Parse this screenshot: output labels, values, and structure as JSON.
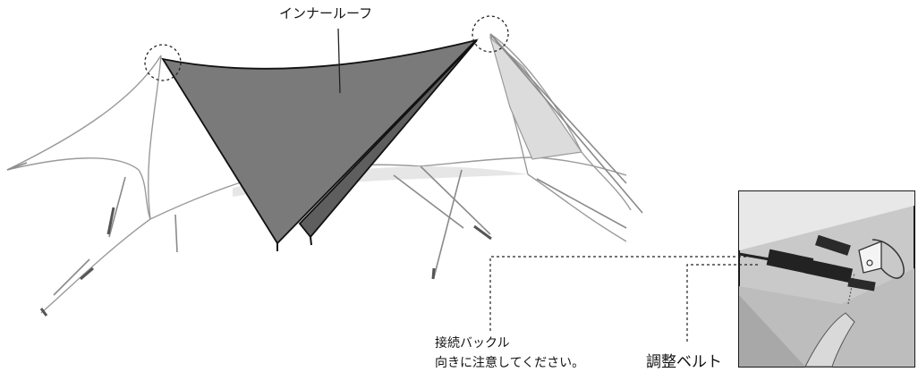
{
  "labels": {
    "inner_roof": "インナールーフ",
    "buckle_line1": "接続バックル",
    "buckle_line2": "向きに注意してください。",
    "adjust_belt": "調整ベルト"
  },
  "colors": {
    "inner_roof_front": "#7a7a7a",
    "inner_roof_back": "#5e5e5e",
    "tarp_outline": "#9a9a9a",
    "tarp_light": "#f2f2f2",
    "tarp_side_panel": "#dcdcdc",
    "detail_background": "#c9c9c9",
    "detail_border": "#1a1a1a",
    "buckle": "#222222"
  },
  "icons": {
    "callout_circles": "dashed-circle",
    "buckle": "side-release-buckle"
  }
}
